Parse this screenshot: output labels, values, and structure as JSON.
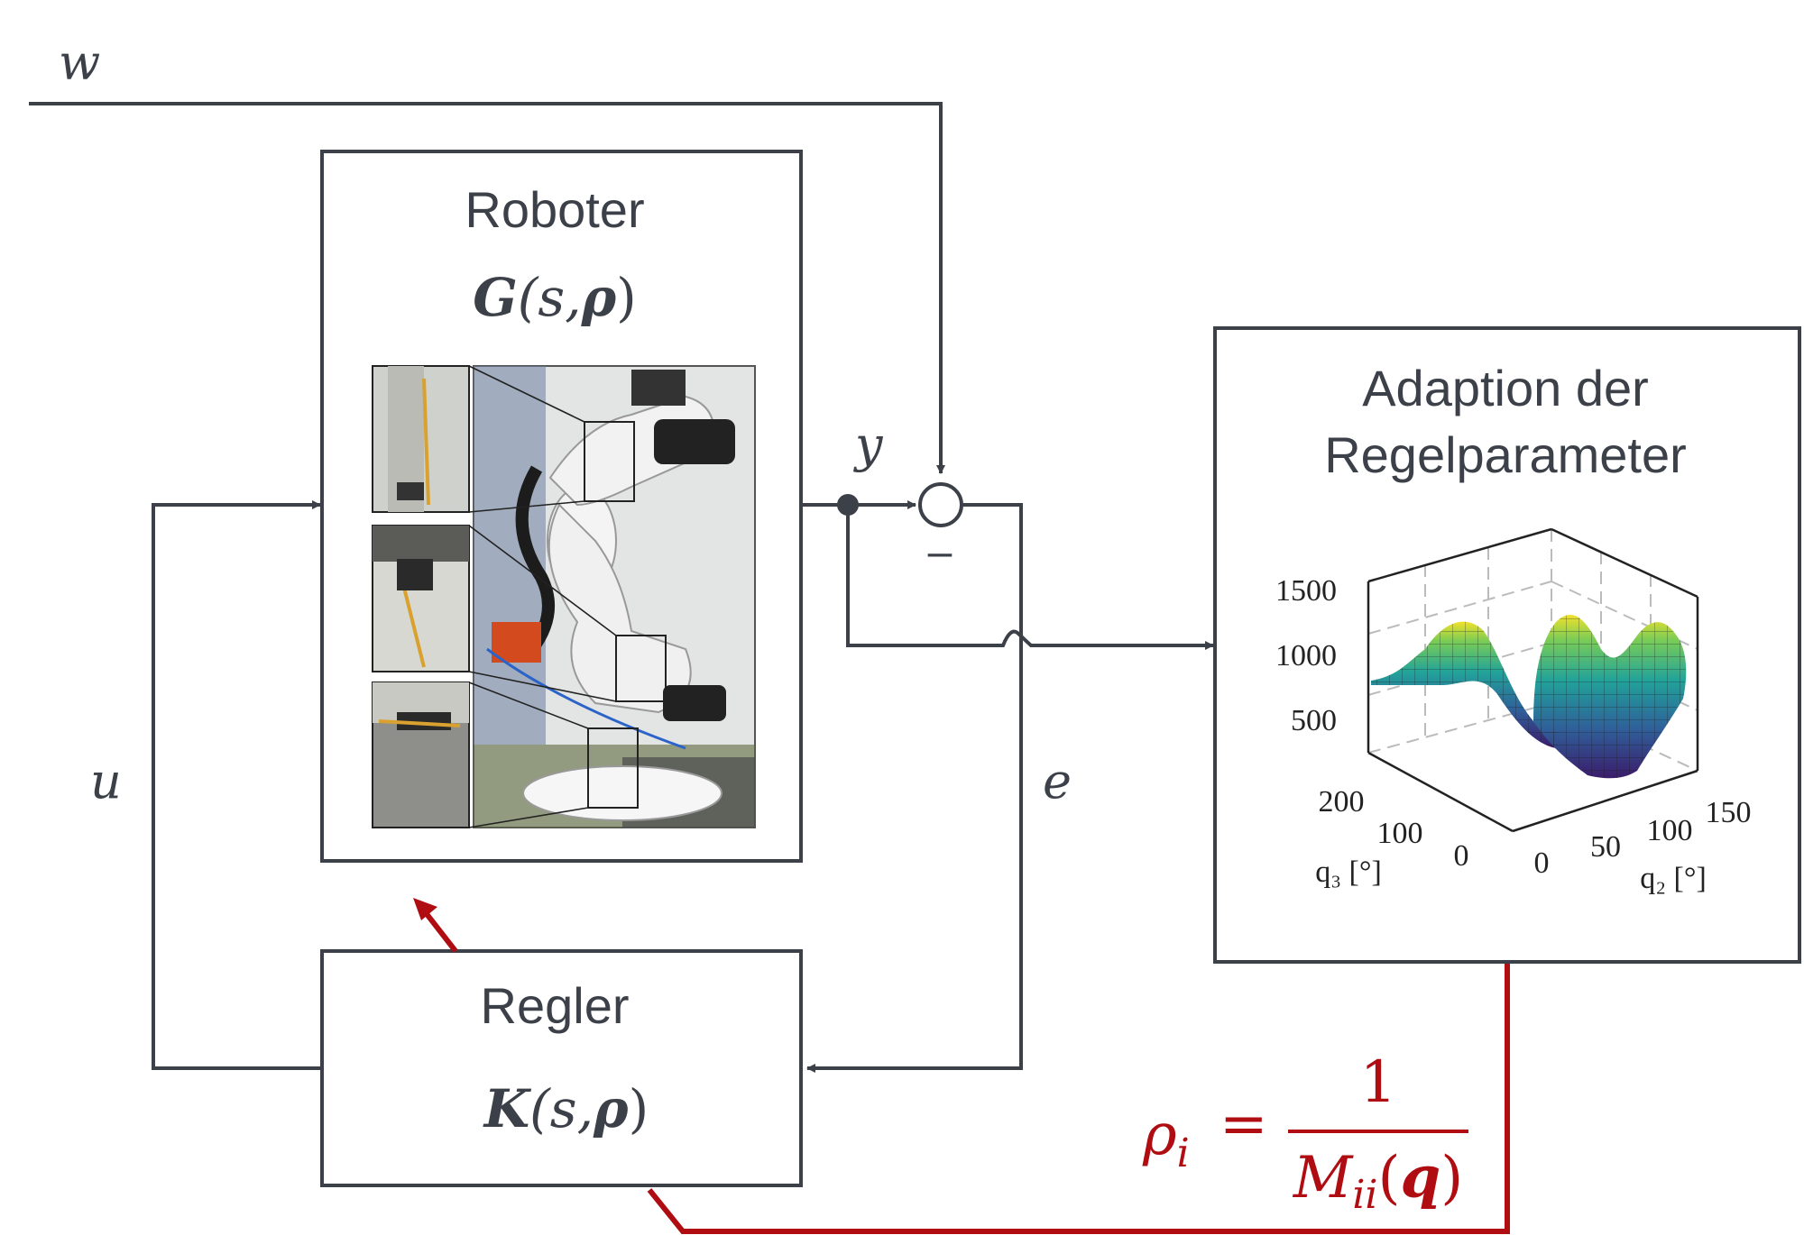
{
  "signals": {
    "w": "w",
    "y": "y",
    "u": "u",
    "e": "e",
    "minus": "–"
  },
  "robot_block": {
    "title": "Roboter",
    "tf": {
      "bold": "G",
      "args": "(s,",
      "rho": "ρ",
      "close": ")"
    }
  },
  "controller_block": {
    "title": "Regler",
    "tf": {
      "bold": "K",
      "args": "(s,",
      "rho": "ρ",
      "close": ")"
    }
  },
  "adaption_block": {
    "title_line1": "Adaption der",
    "title_line2": "Regelparameter",
    "plot": {
      "z_ticks": [
        "1500",
        "1000",
        "500"
      ],
      "q3_ticks": [
        "200",
        "100",
        "0"
      ],
      "q2_ticks": [
        "0",
        "50",
        "100",
        "150"
      ],
      "q3_label": "q₃ [°]",
      "q2_label": "q₂ [°]"
    }
  },
  "formula": {
    "lhs": "ρ",
    "lhs_sub": "i",
    "equals": "=",
    "numerator": "1",
    "den_M": "M",
    "den_sub": "ii",
    "den_open": "(",
    "den_q": "q",
    "den_close": ")"
  },
  "colors": {
    "line": "#3c4048",
    "red": "#b00d12"
  }
}
